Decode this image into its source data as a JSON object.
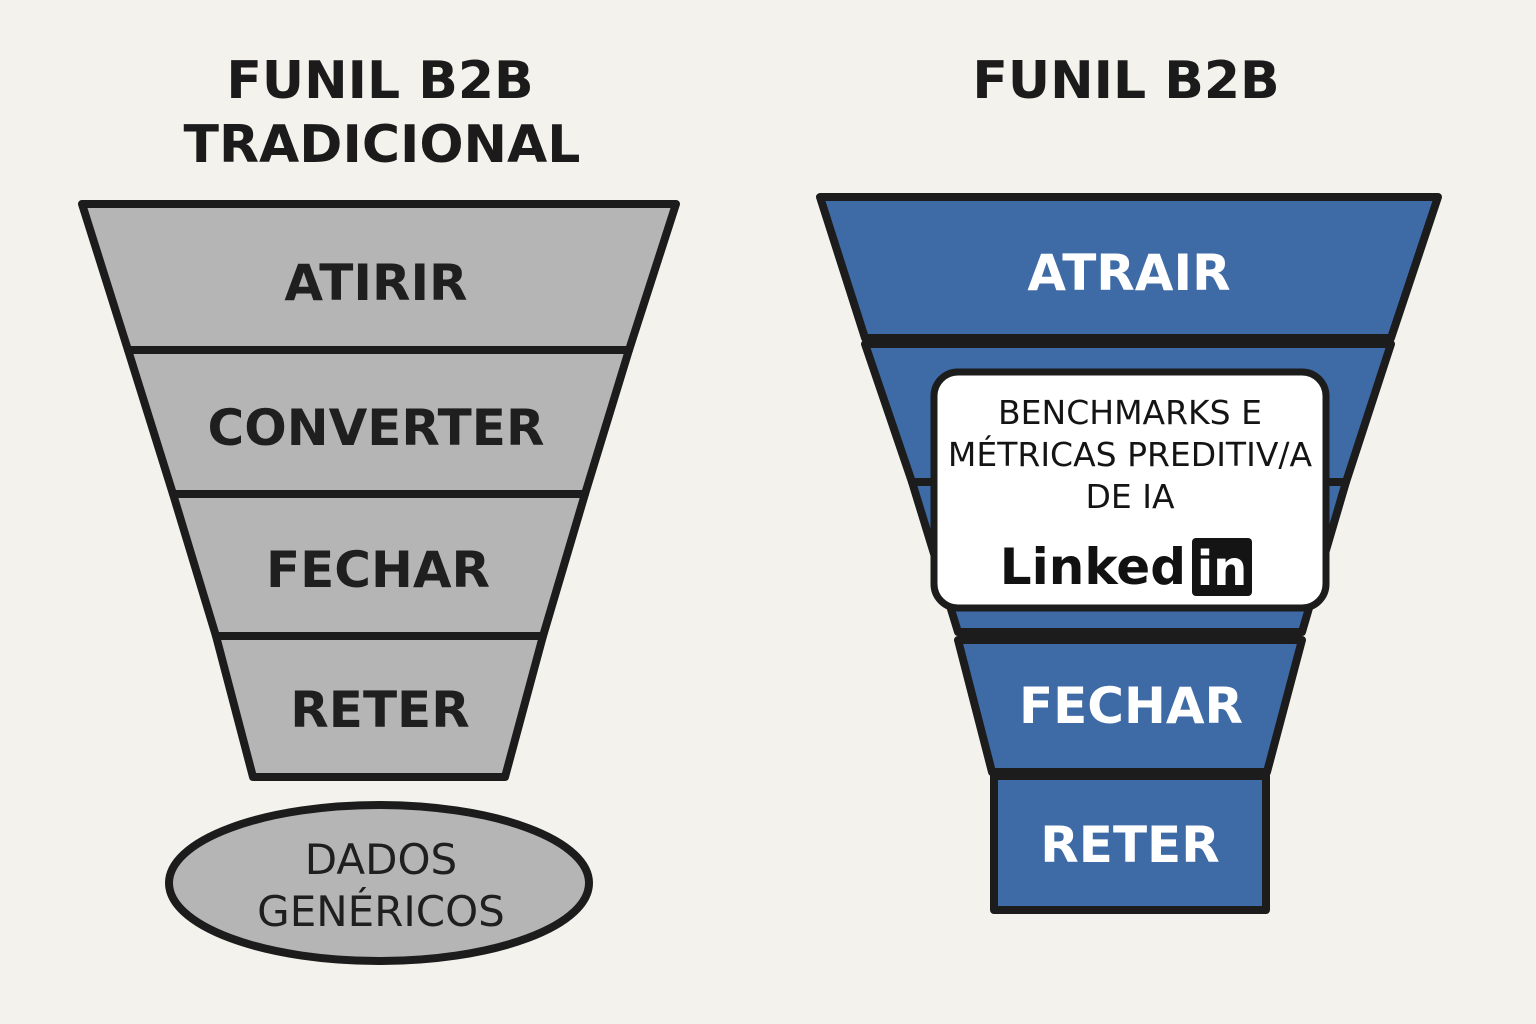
{
  "left_funnel": {
    "title_line1": "FUNIL B2B",
    "title_line2": "TRADICIONAL",
    "stages": [
      "ATIRIR",
      "CONVERTER",
      "FECHAR",
      "RETER"
    ],
    "base_line1": "DADOS",
    "base_line2": "GENÉRICOS",
    "colors": {
      "fill": "#b5b5b5",
      "stroke": "#1c1c1c",
      "text": "#1f1f1f"
    }
  },
  "right_funnel": {
    "title": "FUNIL B2B",
    "stages": {
      "top": "ATRAIR",
      "fechar": "FECHAR",
      "reter": "RETER"
    },
    "callout": {
      "line1": "BENCHMARKS E",
      "line2": "MÉTRICAS PREDITIV/A",
      "line3": "DE IA",
      "brand_text": "Linked",
      "brand_badge": "in"
    },
    "colors": {
      "fill": "#3e6aa6",
      "stroke": "#1c1c1c",
      "text": "#ffffff",
      "callout_bg": "#ffffff"
    }
  }
}
